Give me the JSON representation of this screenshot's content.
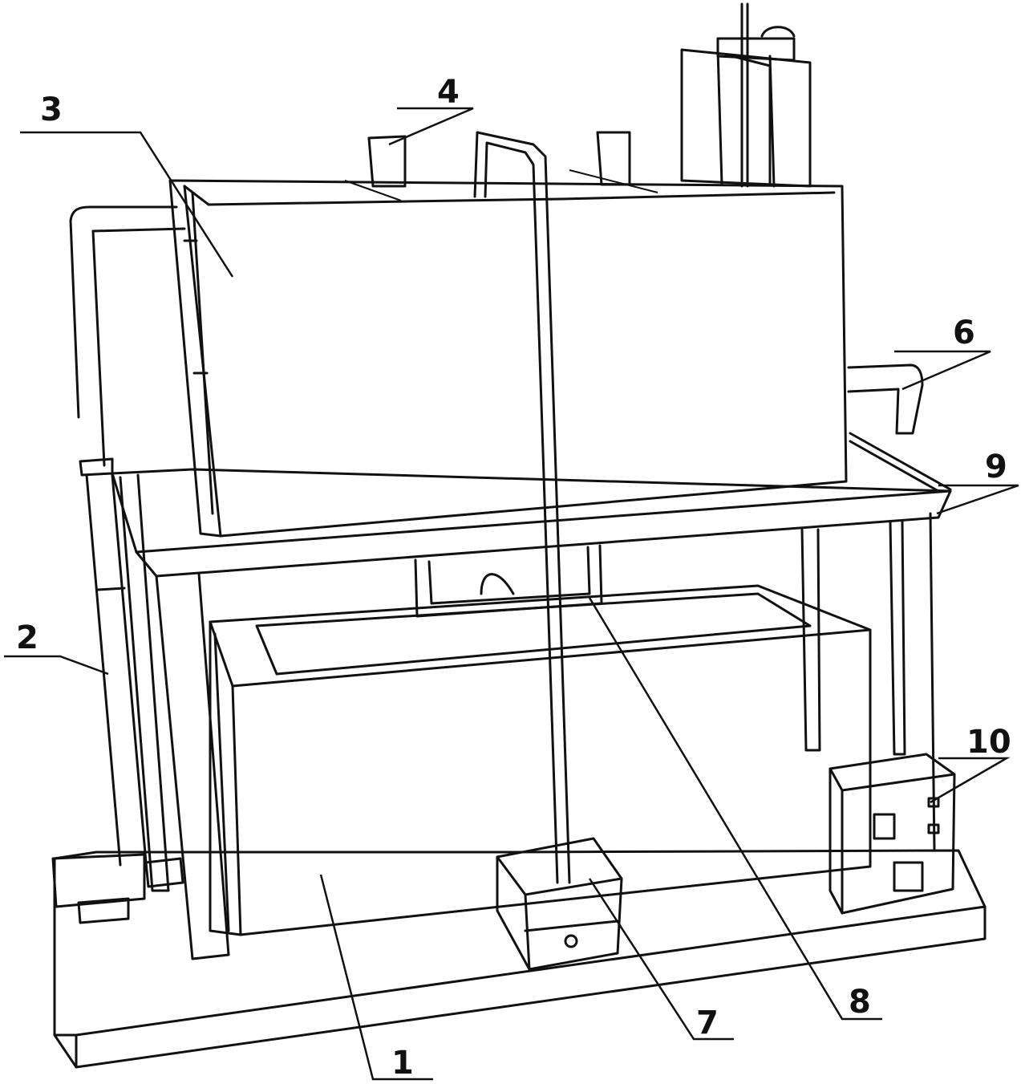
{
  "labels": {
    "item_1": "1",
    "item_2": "2",
    "item_3": "3",
    "item_4": "4",
    "item_6": "6",
    "item_7": "7",
    "item_8": "8",
    "item_9": "9",
    "item_10": "10"
  },
  "colors": {
    "line": "#111111",
    "background": "#ffffff"
  }
}
